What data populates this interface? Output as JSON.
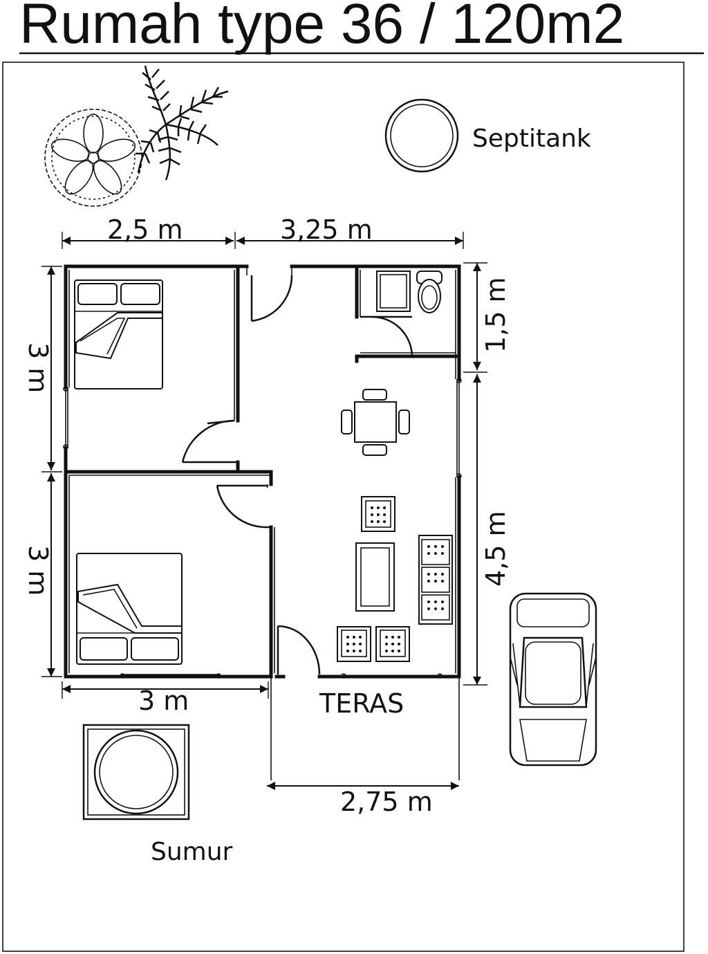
{
  "title": "Rumah type 36 / 120m2",
  "labels": {
    "septitank": "Septitank",
    "teras": "TERAS",
    "sumur": "Sumur"
  },
  "dimensions": {
    "top_left_width": "2,5 m",
    "top_right_width": "3,25 m",
    "left_upper_height": "3 m",
    "left_lower_height": "3 m",
    "right_upper_height": "1,5 m",
    "right_lower_height": "4,5 m",
    "bottom_left_width": "3 m",
    "bottom_right_width": "2,75 m"
  },
  "colors": {
    "line": "#111111",
    "background": "#ffffff"
  },
  "icons": [
    "palm-tree-icon",
    "flower-tree-icon",
    "septic-tank-icon",
    "well-icon",
    "car-icon",
    "bed-icon",
    "toilet-icon",
    "dining-table-icon",
    "sofa-icon"
  ]
}
